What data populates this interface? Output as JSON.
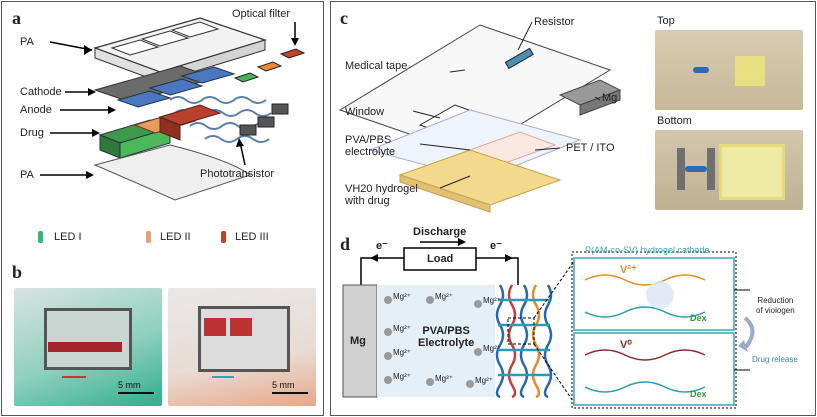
{
  "panel_a": {
    "label": "a",
    "layers": {
      "pa_top": "PA",
      "cathode": "Cathode",
      "anode": "Anode",
      "drug": "Drug",
      "pa_bottom": "PA",
      "optical_filter": "Optical filter",
      "phototransistor": "Phototransistor"
    },
    "leds": [
      {
        "label": "LED I",
        "color": "#3cb37a"
      },
      {
        "label": "LED II",
        "color": "#e8a070"
      },
      {
        "label": "LED III",
        "color": "#c0402a"
      }
    ]
  },
  "panel_b": {
    "label": "b",
    "scale_left": "5 mm",
    "scale_right": "5 mm"
  },
  "panel_c": {
    "label": "c",
    "labels": {
      "medical_tape": "Medical tape",
      "window": "Window",
      "pva_pbs": "PVA/PBS\nelectrolyte",
      "vh20": "VH20 hydrogel\nwith drug",
      "resistor": "Resistor",
      "mg": "Mg",
      "pet_ito": "PET / ITO",
      "top": "Top",
      "bottom": "Bottom"
    }
  },
  "panel_d": {
    "label": "d",
    "discharge": "Discharge",
    "load": "Load",
    "electron_left": "e⁻",
    "electron_right": "e⁻",
    "mg": "Mg",
    "electrolyte": "PVA/PBS\nElectrolyte",
    "ion": "Mg²⁺",
    "hydrogel_title": "P(AM-co-SV) hydrogel cathode",
    "v_oxidized": "V²⁺",
    "v_reduced": "V⁰",
    "dex": "Dex",
    "reduction": "Reduction\nof viologen",
    "drug_release": "Drug release",
    "colors": {
      "teal": "#3aa6b9",
      "orange": "#e58a2a",
      "darkred": "#8a2b2b",
      "green": "#3a9a3a"
    }
  }
}
